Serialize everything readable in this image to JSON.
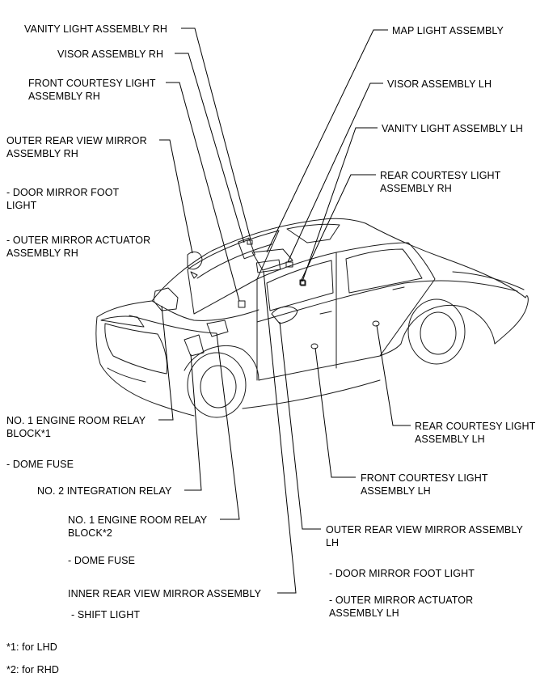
{
  "labels": {
    "vanity_rh": "VANITY LIGHT ASSEMBLY RH",
    "visor_rh": "VISOR ASSEMBLY RH",
    "front_courtesy_rh_1": "FRONT COURTESY LIGHT",
    "front_courtesy_rh_2": "ASSEMBLY RH",
    "outer_mirror_rh_1": "OUTER REAR VIEW MIRROR",
    "outer_mirror_rh_2": "ASSEMBLY RH",
    "door_mirror_foot_rh_1": "- DOOR MIRROR FOOT",
    "door_mirror_foot_rh_2": "LIGHT",
    "outer_actuator_rh_1": "- OUTER MIRROR ACTUATOR",
    "outer_actuator_rh_2": "ASSEMBLY RH",
    "map_light": "MAP LIGHT ASSEMBLY",
    "visor_lh": "VISOR ASSEMBLY LH",
    "vanity_lh": "VANITY LIGHT ASSEMBLY LH",
    "rear_courtesy_rh_1": "REAR COURTESY LIGHT",
    "rear_courtesy_rh_2": "ASSEMBLY RH",
    "engine_relay_1_1": "NO. 1 ENGINE ROOM RELAY",
    "engine_relay_1_2": "BLOCK*1",
    "dome_fuse_1": "- DOME FUSE",
    "integration_relay": "NO. 2 INTEGRATION RELAY",
    "engine_relay_2_1": "NO. 1 ENGINE ROOM RELAY",
    "engine_relay_2_2": "BLOCK*2",
    "dome_fuse_2": "- DOME FUSE",
    "inner_mirror": "INNER REAR VIEW MIRROR ASSEMBLY",
    "shift_light": "- SHIFT LIGHT",
    "rear_courtesy_lh_1": "REAR COURTESY LIGHT",
    "rear_courtesy_lh_2": "ASSEMBLY LH",
    "front_courtesy_lh_1": "FRONT COURTESY LIGHT",
    "front_courtesy_lh_2": "ASSEMBLY LH",
    "outer_mirror_lh_1": "OUTER REAR VIEW MIRROR ASSEMBLY",
    "outer_mirror_lh_2": "LH",
    "door_mirror_foot_lh": "- DOOR MIRROR FOOT LIGHT",
    "outer_actuator_lh_1": "- OUTER MIRROR ACTUATOR",
    "outer_actuator_lh_2": "ASSEMBLY LH",
    "footnote_1": "*1: for LHD",
    "footnote_2": "*2: for RHD"
  }
}
